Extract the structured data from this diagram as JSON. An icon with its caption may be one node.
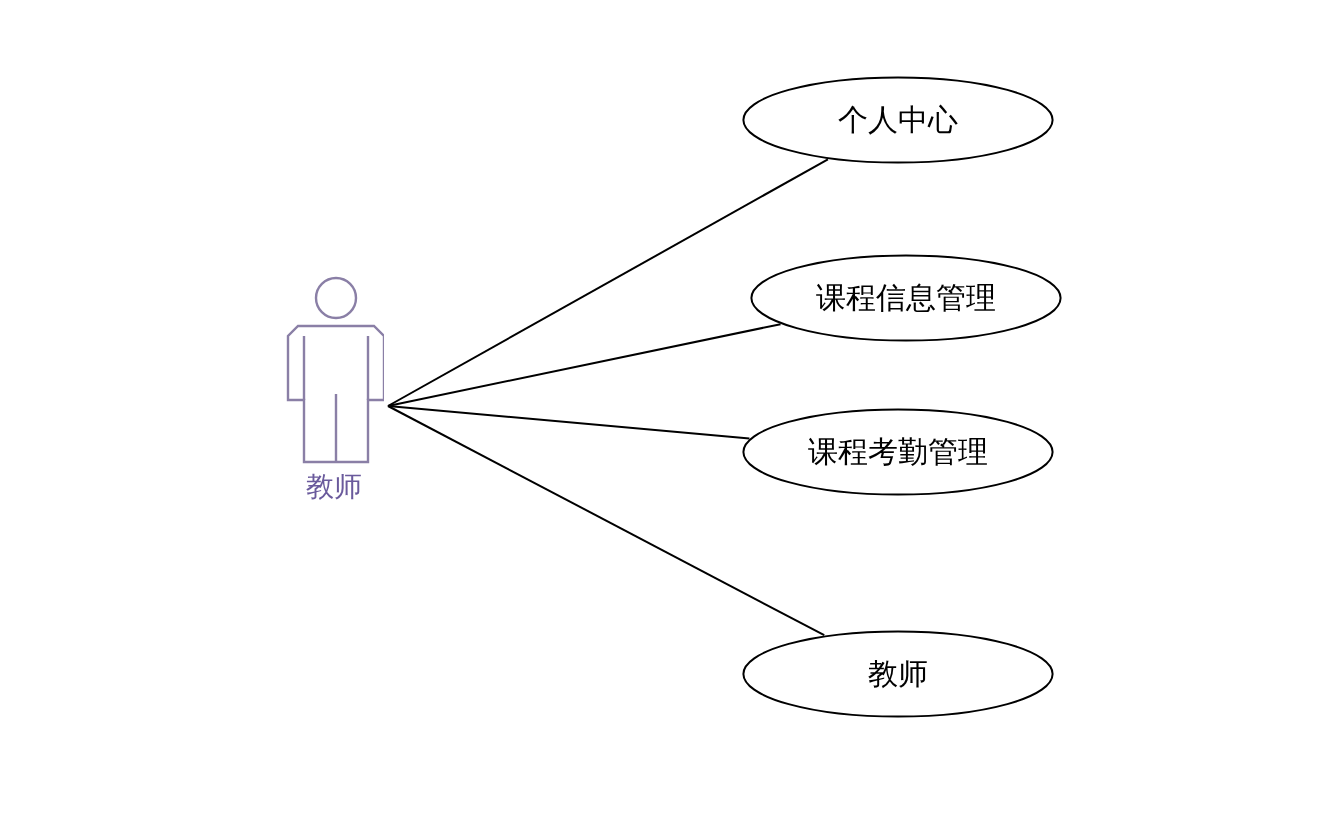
{
  "diagram": {
    "nodes": [
      {
        "text": [
          "教师"
        ]
      },
      {
        "text": [
          "个人中心"
        ]
      },
      {
        "text": [
          "课程信息管理"
        ]
      },
      {
        "text": [
          "课程考勤管理"
        ]
      },
      {
        "text": [
          "教师"
        ]
      }
    ],
    "edges": [
      {
        "from": 0,
        "to": 1,
        "arrow": "none"
      },
      {
        "from": 0,
        "to": 2,
        "arrow": "none"
      },
      {
        "from": 0,
        "to": 3,
        "arrow": "none"
      },
      {
        "from": 0,
        "to": 4,
        "arrow": "none"
      }
    ]
  }
}
